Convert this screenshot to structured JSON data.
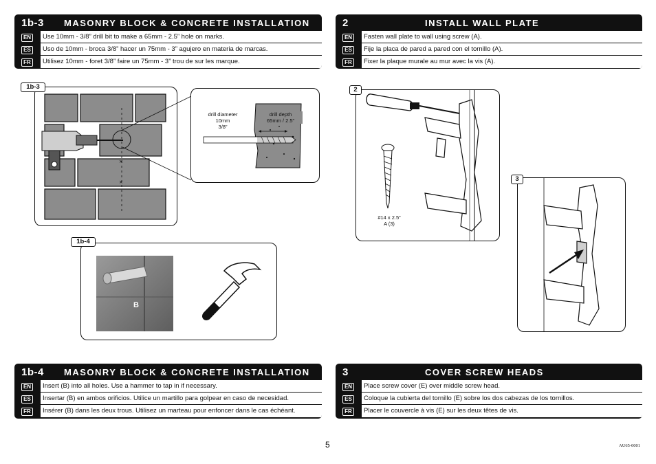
{
  "panels": {
    "p1": {
      "num": "1b-3",
      "title": "MASONRY BLOCK & CONCRETE INSTALLATION",
      "rows": [
        {
          "lang": "EN",
          "text": "Use 10mm - 3/8” drill bit to make a 65mm - 2.5” hole on marks."
        },
        {
          "lang": "ES",
          "text": "Uso de 10mm - broca 3/8” hacer un 75mm - 3” agujero en materia de marcas."
        },
        {
          "lang": "FR",
          "text": "Utilisez 10mm - foret 3/8” faire un 75mm - 3” trou de sur les marque."
        }
      ]
    },
    "p2": {
      "num": "2",
      "title": "INSTALL WALL PLATE",
      "rows": [
        {
          "lang": "EN",
          "text": "Fasten wall plate to wall using screw (A)."
        },
        {
          "lang": "ES",
          "text": "Fije la placa de pared a pared con el tornillo (A)."
        },
        {
          "lang": "FR",
          "text": "Fixer la plaque murale au mur avec la vis (A)."
        }
      ]
    },
    "p3": {
      "num": "1b-4",
      "title": "MASONRY BLOCK & CONCRETE INSTALLATION",
      "rows": [
        {
          "lang": "EN",
          "text": "Insert (B) into all holes.  Use a hammer to tap in if necessary."
        },
        {
          "lang": "ES",
          "text": "Insertar (B) en ambos orificios. Utilice un martillo para golpear en caso de necesidad."
        },
        {
          "lang": "FR",
          "text": "Insérer (B) dans les deux trous. Utilisez un marteau pour enfoncer dans le cas échéant."
        }
      ]
    },
    "p4": {
      "num": "3",
      "title": "COVER SCREW HEADS",
      "rows": [
        {
          "lang": "EN",
          "text": "Place screw cover (E) over middle screw head."
        },
        {
          "lang": "ES",
          "text": "Coloque la cubierta del tornillo (E) sobre los dos cabezas de los tornillos."
        },
        {
          "lang": "FR",
          "text": "Placer le couvercle à vis (E) sur les deux têtes de vis."
        }
      ]
    }
  },
  "figures": {
    "fig_1b3": {
      "tag": "1b-3",
      "drill_diameter": "drill diameter\n10mm\n3/8”",
      "drill_depth": "drill depth\n65mm / 2.5”"
    },
    "fig_1b4": {
      "tag": "1b-4",
      "anchor_label": "B"
    },
    "fig_2": {
      "tag": "2",
      "screw_label": "#14 x 2.5”\nA (3)"
    },
    "fig_3": {
      "tag": "3"
    }
  },
  "footer": {
    "page": "5",
    "code": "AU65-0001"
  }
}
